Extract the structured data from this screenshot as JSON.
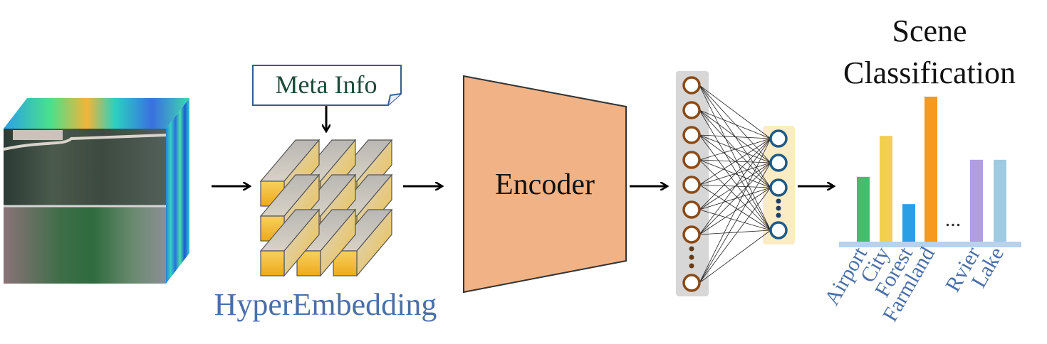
{
  "meta_info_label": "Meta Info",
  "embedding_label": "HyperEmbedding",
  "encoder_label": "Encoder",
  "classification_title": {
    "line1": "Scene",
    "line2": "Classification"
  },
  "ellipsis": "...",
  "chart_data": {
    "type": "bar",
    "title": "Scene Classification",
    "categories": [
      "Airport",
      "City",
      "Forest",
      "Farmland",
      "...",
      "Rvier",
      "Lake"
    ],
    "values": [
      0.38,
      0.62,
      0.22,
      0.85,
      null,
      0.48,
      0.48
    ],
    "colors": [
      "#46bd6e",
      "#f2cf4f",
      "#2a9fe6",
      "#f7981f",
      null,
      "#b09ee0",
      "#9fcbe0"
    ],
    "xlabel": "",
    "ylabel": "",
    "grid": false,
    "legend": "none"
  },
  "colors": {
    "encoder_fill": "#f1b285",
    "embedding_top": "#c6c4c0",
    "embedding_front": "#f2c030",
    "neuron_input": "#8a4a16",
    "neuron_output": "#1f5a86",
    "axis": "#b8d1ec",
    "label_blue": "#4a6fa8"
  }
}
